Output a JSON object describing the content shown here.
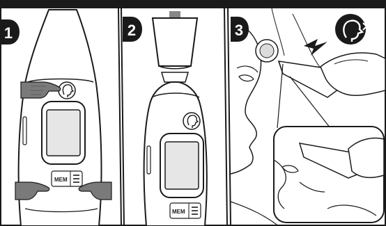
{
  "steps": [
    {
      "number": "1",
      "button_labels": {
        "mem": "MEM"
      }
    },
    {
      "number": "2",
      "button_labels": {
        "mem": "MEM"
      }
    },
    {
      "number": "3"
    }
  ],
  "icons": {
    "step1_button": "face-profile-icon",
    "step2_button": "face-profile-icon",
    "step3_badge": "face-profile-icon",
    "menu": "menu-lines-icon",
    "arrow": "down-arrow-icon",
    "lightning": "lightning-icon",
    "thermometer_top_button": "button-icon"
  },
  "colors": {
    "frame": "#1a1a1a",
    "ink": "#1a1a1a",
    "paper": "#ffffff",
    "arrow": "#888888",
    "hand": "#7a7a7a"
  }
}
